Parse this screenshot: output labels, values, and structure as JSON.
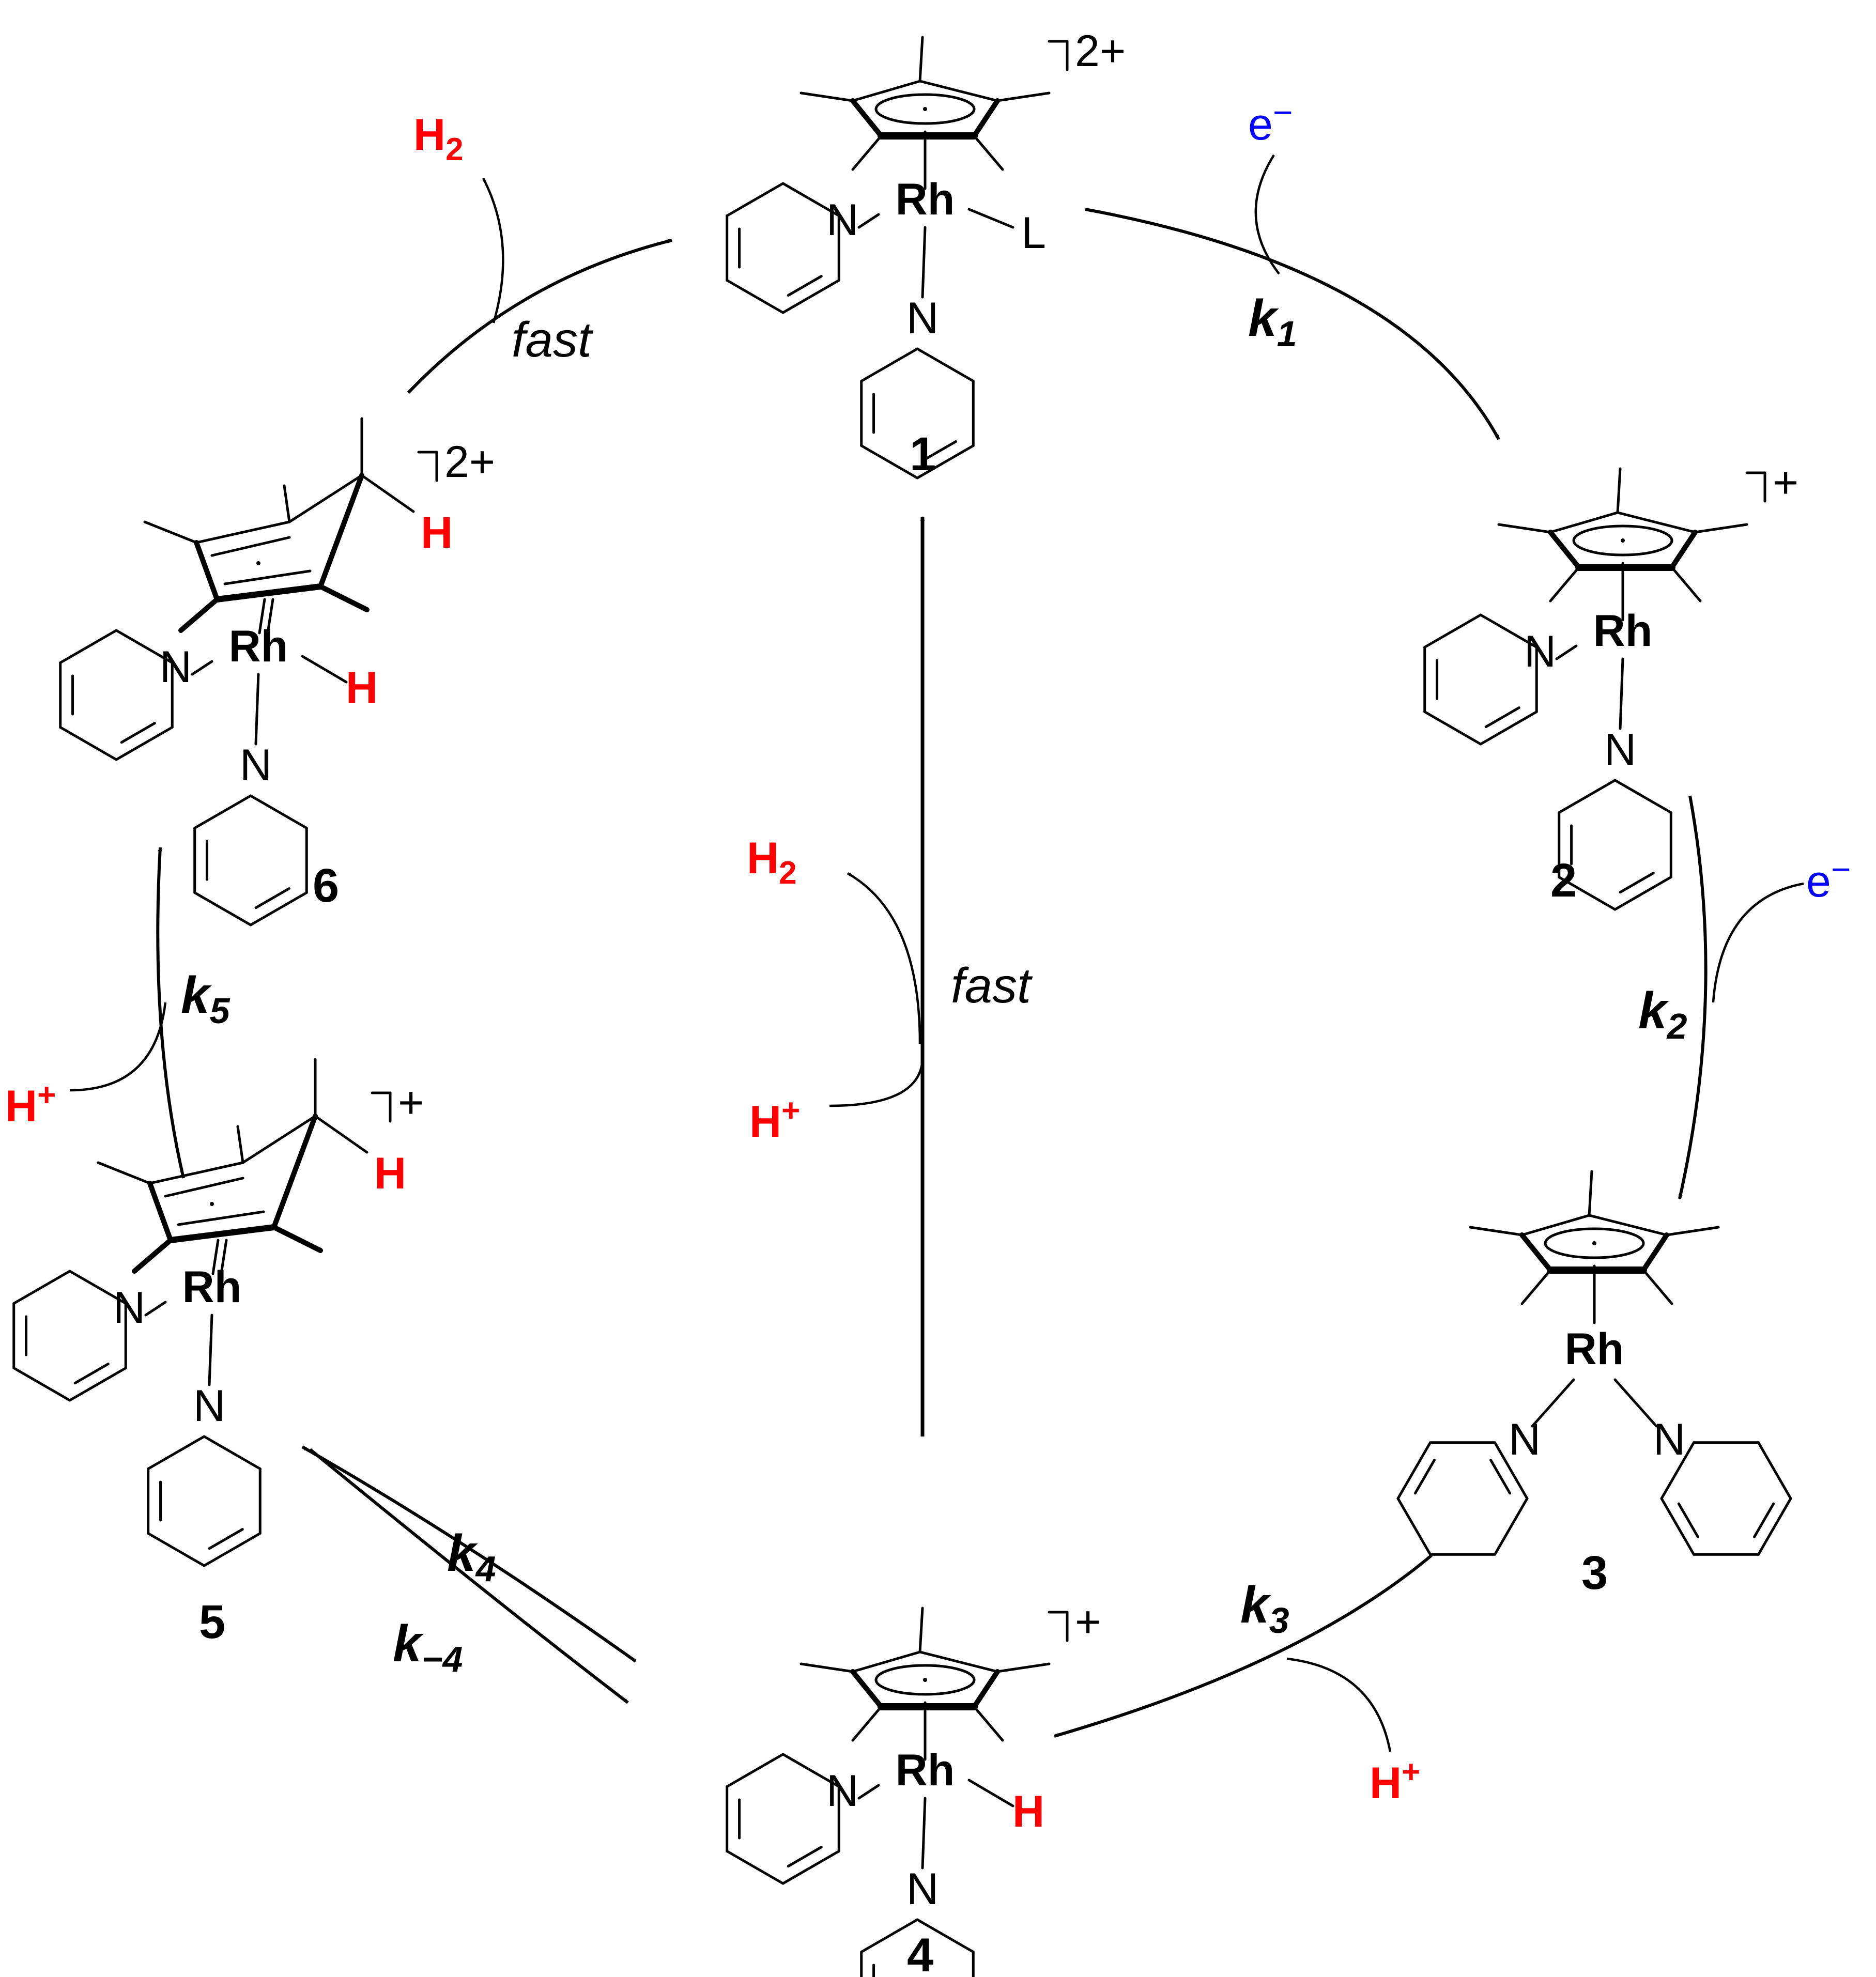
{
  "species": [
    {
      "id": "1",
      "label": "1",
      "charge": "2+",
      "ligand": "L"
    },
    {
      "id": "2",
      "label": "2",
      "charge": "+"
    },
    {
      "id": "3",
      "label": "3",
      "charge": ""
    },
    {
      "id": "4",
      "label": "4",
      "charge": "+"
    },
    {
      "id": "5",
      "label": "5",
      "charge": "+"
    },
    {
      "id": "6",
      "label": "6",
      "charge": "2+"
    }
  ],
  "atoms": {
    "rh": "Rh",
    "n": "N",
    "h": "H"
  },
  "reagents": {
    "electron": "e",
    "electron_sup": "−",
    "proton": "H",
    "proton_sup": "+",
    "hydrogen": "H",
    "hydrogen_sub": "2"
  },
  "rate_constants": {
    "k": "k",
    "k1": "1",
    "k2": "2",
    "k3": "3",
    "k4": "4",
    "km4": "−4",
    "k5": "5"
  },
  "notes": {
    "fast": "fast"
  },
  "colors": {
    "product": "#ff0000",
    "electron": "#0000ff",
    "bond": "#000000"
  }
}
